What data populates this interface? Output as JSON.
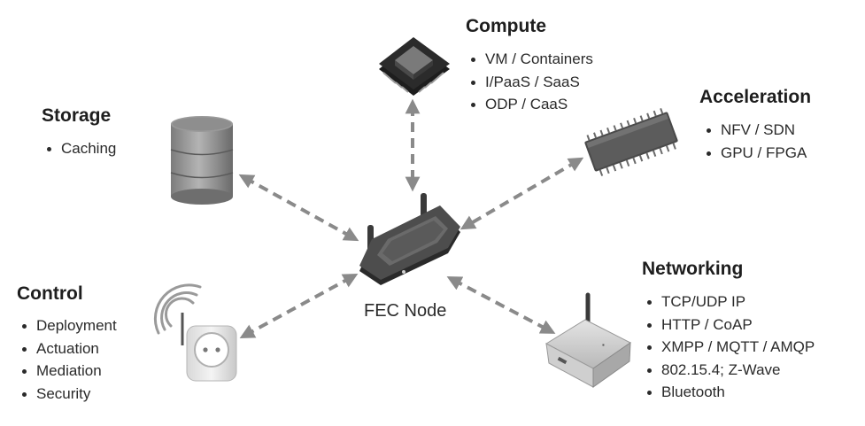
{
  "node_label": "FEC Node",
  "groups": {
    "compute": {
      "title": "Compute",
      "items": [
        "VM / Containers",
        "I/PaaS / SaaS",
        "ODP / CaaS"
      ],
      "icon": "cpu-chip-icon"
    },
    "acceleration": {
      "title": "Acceleration",
      "items": [
        "NFV / SDN",
        "GPU / FPGA"
      ],
      "icon": "ic-chip-icon"
    },
    "storage": {
      "title": "Storage",
      "items": [
        "Caching"
      ],
      "icon": "database-cylinder-icon"
    },
    "control": {
      "title": "Control",
      "items": [
        "Deployment",
        "Actuation",
        "Mediation",
        "Security"
      ],
      "icon": "smart-plug-icon"
    },
    "networking": {
      "title": "Networking",
      "items": [
        "TCP/UDP IP",
        "HTTP / CoAP",
        "XMPP / MQTT / AMQP",
        "802.15.4; Z-Wave",
        "Bluetooth"
      ],
      "icon": "wireless-gateway-icon"
    }
  },
  "colors": {
    "arrow": "#8a8a8a",
    "text": "#2a2a2a",
    "device_dark": "#3a3a3a"
  }
}
